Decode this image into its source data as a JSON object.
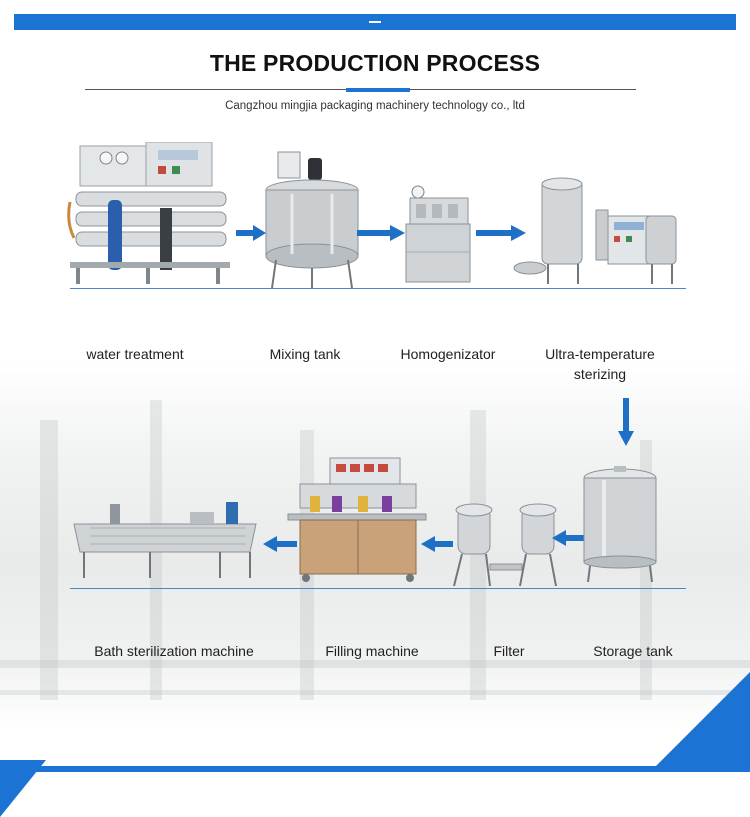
{
  "header": {
    "title": "THE PRODUCTION PROCESS",
    "subtitle": "Cangzhou mingjia packaging machinery technology co., ltd"
  },
  "colors": {
    "accent": "#1b73d3",
    "arrow": "#1e6fc6",
    "steel": "#c9cdd0"
  },
  "process": {
    "row1": [
      {
        "label": "water treatment"
      },
      {
        "label": "Mixing tank"
      },
      {
        "label": "Homogenizator"
      },
      {
        "label": "Ultra-temperature sterizing"
      }
    ],
    "row2": [
      {
        "label": "Bath sterilization machine"
      },
      {
        "label": "Filling machine"
      },
      {
        "label": "Filter"
      },
      {
        "label": "Storage tank"
      }
    ]
  }
}
